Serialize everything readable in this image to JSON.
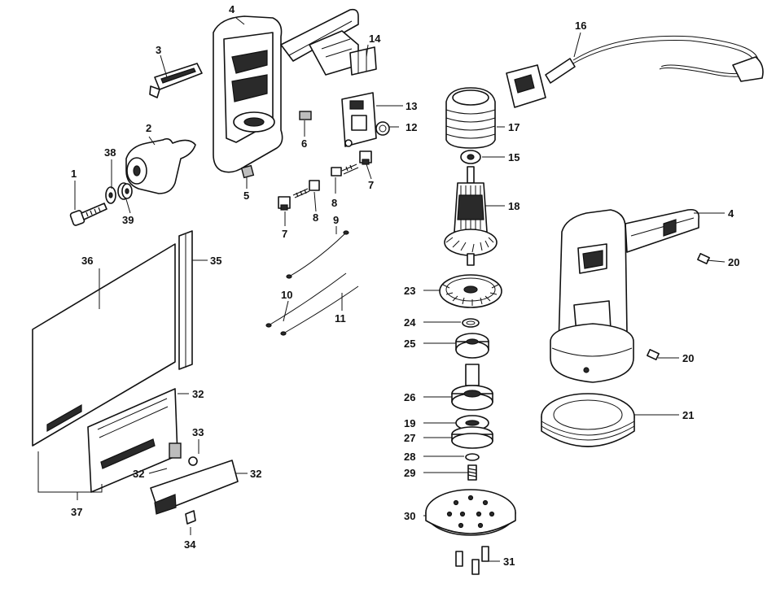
{
  "labels": {
    "p1": "1",
    "p2": "2",
    "p3": "3",
    "p4a": "4",
    "p4b": "4",
    "p5": "5",
    "p6": "6",
    "p7a": "7",
    "p7b": "7",
    "p8a": "8",
    "p8b": "8",
    "p9": "9",
    "p10": "10",
    "p11": "11",
    "p12": "12",
    "p13": "13",
    "p14": "14",
    "p15": "15",
    "p16": "16",
    "p17": "17",
    "p18": "18",
    "p19": "19",
    "p20a": "20",
    "p20b": "20",
    "p21": "21",
    "p23": "23",
    "p24": "24",
    "p25": "25",
    "p26": "26",
    "p27": "27",
    "p28": "28",
    "p29": "29",
    "p30": "30",
    "p31": "31",
    "p32a": "32",
    "p32b": "32",
    "p32c": "32",
    "p33": "33",
    "p34": "34",
    "p35": "35",
    "p36": "36",
    "p37": "37",
    "p38": "38",
    "p39": "39"
  },
  "colors": {
    "ink": "#111111",
    "paper": "#ffffff",
    "shade": "#bdbdbd"
  }
}
